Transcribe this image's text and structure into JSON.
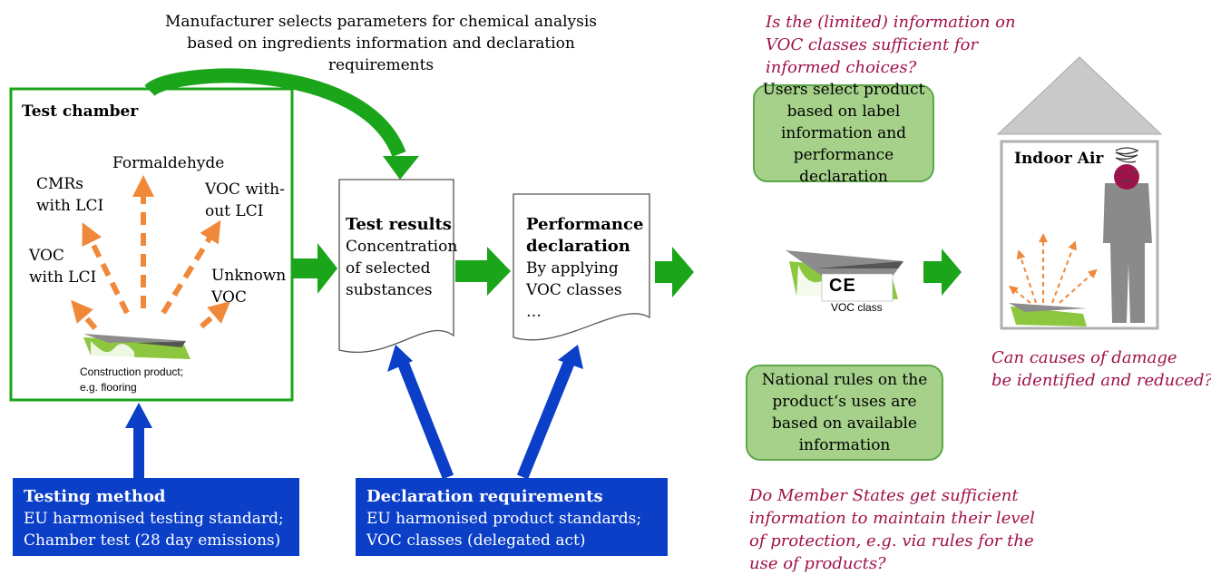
{
  "top_note": {
    "line1": "Manufacturer selects parameters for chemical analysis",
    "line2": "based on ingredients information and declaration",
    "line3": "requirements"
  },
  "test_chamber": {
    "title": "Test chamber",
    "labels": {
      "formaldehyde": "Formaldehyde",
      "cmrs_l1": "CMRs",
      "cmrs_l2": "with LCI",
      "voc_without_l1": "VOC with-",
      "voc_without_l2": "out LCI",
      "voc_with_l1": "VOC",
      "voc_with_l2": "with LCI",
      "unknown_l1": "Unknown",
      "unknown_l2": "VOC"
    },
    "product_caption_l1": "Construction product;",
    "product_caption_l2": "e.g. flooring"
  },
  "test_results": {
    "title": "Test results",
    "l1": "Concentration",
    "l2": "of selected",
    "l3": "substances"
  },
  "performance_declaration": {
    "title_l1": "Performance",
    "title_l2": "declaration",
    "l1": "By applying",
    "l2": "VOC classes",
    "l3": "…"
  },
  "testing_method": {
    "title": "Testing method",
    "l1": "EU harmonised testing standard;",
    "l2": "Chamber test (28 day emissions)"
  },
  "declaration_requirements": {
    "title": "Declaration requirements",
    "l1": "EU harmonised product standards;",
    "l2": "VOC classes (delegated act)"
  },
  "label": {
    "ce_mark": "CE",
    "voc_class": "VOC class"
  },
  "users_box": {
    "l1": "Users select product",
    "l2": "based on label",
    "l3": "information and",
    "l4": "performance",
    "l5": "declaration"
  },
  "national_box": {
    "l1": "National rules on the",
    "l2": "product‘s uses are",
    "l3": "based on available",
    "l4": "information"
  },
  "indoor_air": {
    "title": "Indoor Air"
  },
  "questions": {
    "q1_l1": "Is the (limited) information on",
    "q1_l2": "VOC classes sufficient for",
    "q1_l3": "informed choices?",
    "q2_l1": "Can causes of damage",
    "q2_l2": "be identified and reduced?",
    "q3_l1": "Do Member States get sufficient",
    "q3_l2": "information to maintain their level",
    "q3_l3": "of protection, e.g. via rules for the",
    "q3_l4": "use of products?"
  },
  "colors": {
    "green_arrow": "#1aa51a",
    "orange_arrow": "#f0883a",
    "blue": "#0b3fc8",
    "maroon_text": "#a0124a",
    "green_box_fill": "#a6d18a",
    "green_box_border": "#5da84a",
    "house_gray": "#c9c9c9"
  }
}
